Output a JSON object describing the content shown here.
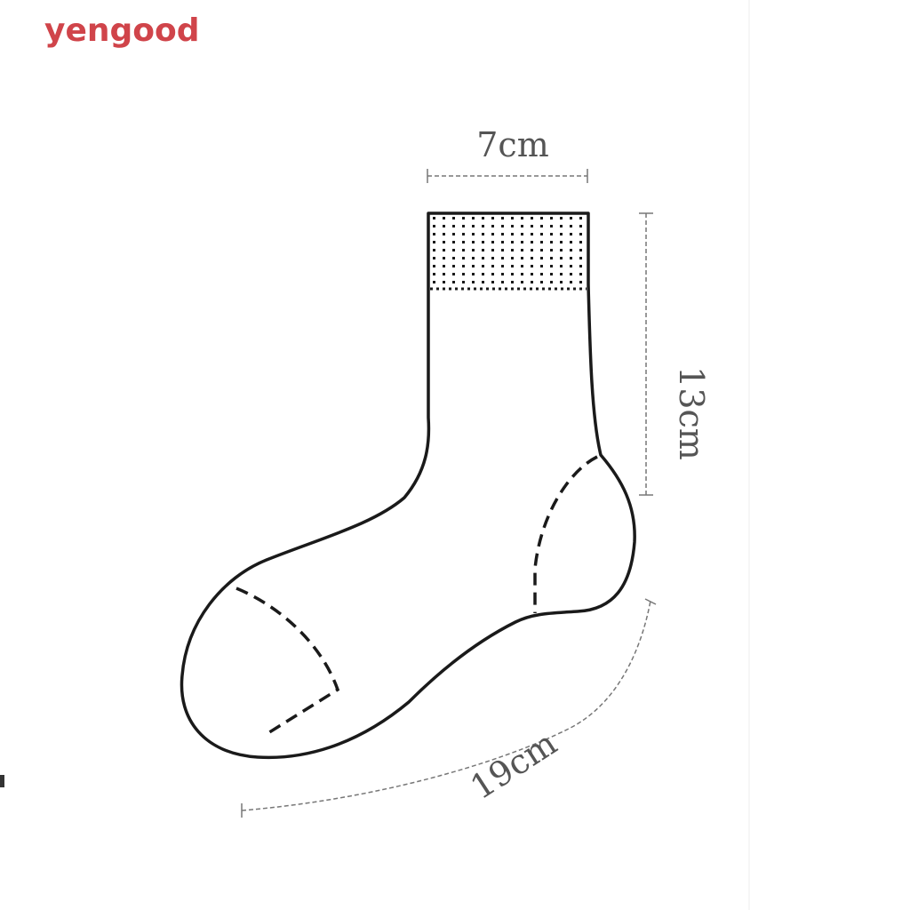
{
  "brand": {
    "name": "yengood",
    "color": "#d0444a"
  },
  "diagram": {
    "subject": "sock-size-diagram",
    "dimensions": {
      "width_label": "7cm",
      "height_label": "13cm",
      "length_label": "19cm"
    },
    "colors": {
      "outline": "#1a1a1a",
      "dimension_line": "#777777",
      "dimension_text": "#555555"
    }
  }
}
